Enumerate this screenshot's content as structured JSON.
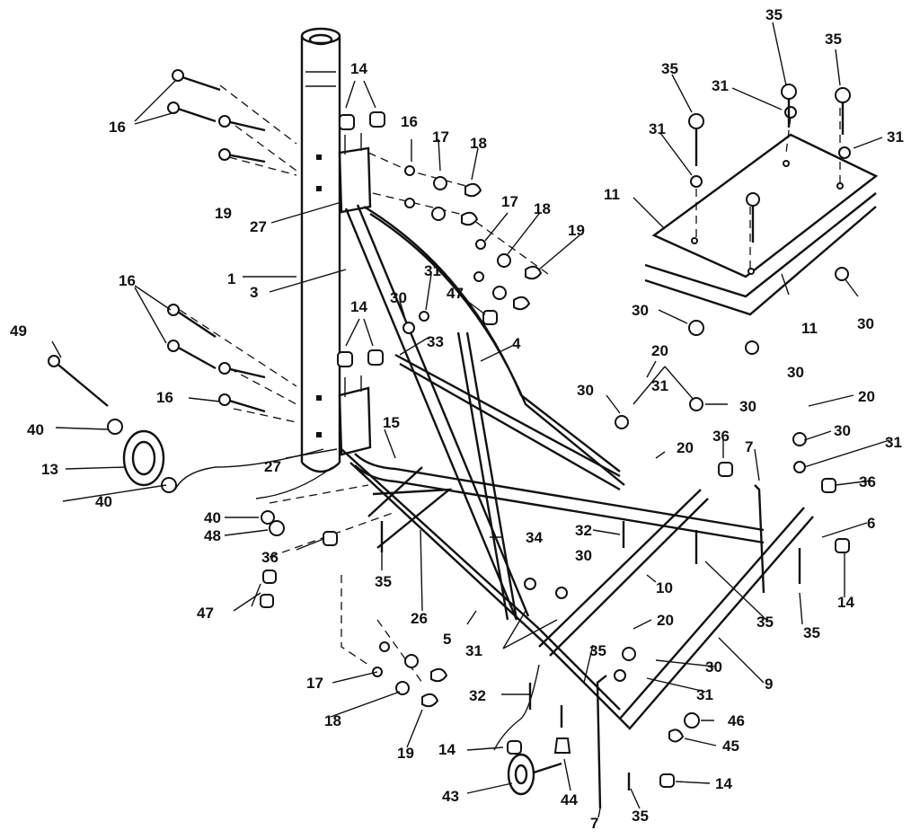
{
  "diagram": {
    "part_numbers": [
      "1",
      "3",
      "4",
      "5",
      "6",
      "7",
      "9",
      "10",
      "11",
      "13",
      "14",
      "15",
      "16",
      "17",
      "18",
      "19",
      "20",
      "26",
      "27",
      "30",
      "31",
      "32",
      "33",
      "34",
      "35",
      "36",
      "40",
      "43",
      "44",
      "45",
      "46",
      "47",
      "48",
      "49"
    ]
  },
  "callouts": [
    {
      "id": "c35a",
      "text": "35"
    },
    {
      "id": "c35b",
      "text": "35"
    },
    {
      "id": "c35c",
      "text": "35"
    },
    {
      "id": "c31a",
      "text": "31"
    },
    {
      "id": "c31b",
      "text": "31"
    },
    {
      "id": "c31c",
      "text": "31"
    },
    {
      "id": "c11a",
      "text": "11"
    },
    {
      "id": "c11b",
      "text": "11"
    },
    {
      "id": "c30a",
      "text": "30"
    },
    {
      "id": "c30b",
      "text": "30"
    },
    {
      "id": "c30c",
      "text": "30"
    },
    {
      "id": "c14a",
      "text": "14"
    },
    {
      "id": "c16a",
      "text": "16"
    },
    {
      "id": "c16b",
      "text": "16"
    },
    {
      "id": "c17a",
      "text": "17"
    },
    {
      "id": "c18a",
      "text": "18"
    },
    {
      "id": "c19a",
      "text": "19"
    },
    {
      "id": "c27a",
      "text": "27"
    },
    {
      "id": "c17b",
      "text": "17"
    },
    {
      "id": "c18b",
      "text": "18"
    },
    {
      "id": "c19b",
      "text": "19"
    },
    {
      "id": "c1",
      "text": "1"
    },
    {
      "id": "c3",
      "text": "3"
    },
    {
      "id": "c31d",
      "text": "31"
    },
    {
      "id": "c30d",
      "text": "30"
    },
    {
      "id": "c47a",
      "text": "47"
    },
    {
      "id": "c16c",
      "text": "16"
    },
    {
      "id": "c14b",
      "text": "14"
    },
    {
      "id": "c33",
      "text": "33"
    },
    {
      "id": "c4",
      "text": "4"
    },
    {
      "id": "c49",
      "text": "49"
    },
    {
      "id": "c16d",
      "text": "16"
    },
    {
      "id": "c20a",
      "text": "20"
    },
    {
      "id": "c30e",
      "text": "30"
    },
    {
      "id": "c31e",
      "text": "31"
    },
    {
      "id": "c30f",
      "text": "30"
    },
    {
      "id": "c20b",
      "text": "20"
    },
    {
      "id": "c30g",
      "text": "30"
    },
    {
      "id": "c40a",
      "text": "40"
    },
    {
      "id": "c15",
      "text": "15"
    },
    {
      "id": "c13",
      "text": "13"
    },
    {
      "id": "c27b",
      "text": "27"
    },
    {
      "id": "c36a",
      "text": "36"
    },
    {
      "id": "c20c",
      "text": "20"
    },
    {
      "id": "c7a",
      "text": "7"
    },
    {
      "id": "c31f",
      "text": "31"
    },
    {
      "id": "c40b",
      "text": "40"
    },
    {
      "id": "c36b",
      "text": "36"
    },
    {
      "id": "c40c",
      "text": "40"
    },
    {
      "id": "c48",
      "text": "48"
    },
    {
      "id": "c6",
      "text": "6"
    },
    {
      "id": "c32a",
      "text": "32"
    },
    {
      "id": "c36c",
      "text": "36"
    },
    {
      "id": "c34",
      "text": "34"
    },
    {
      "id": "c35d",
      "text": "35"
    },
    {
      "id": "c30h",
      "text": "30"
    },
    {
      "id": "c10",
      "text": "10"
    },
    {
      "id": "c14c",
      "text": "14"
    },
    {
      "id": "c47b",
      "text": "47"
    },
    {
      "id": "c26",
      "text": "26"
    },
    {
      "id": "c35e",
      "text": "35"
    },
    {
      "id": "c35f",
      "text": "35"
    },
    {
      "id": "c5",
      "text": "5"
    },
    {
      "id": "c31g",
      "text": "31"
    },
    {
      "id": "c20d",
      "text": "20"
    },
    {
      "id": "c35g",
      "text": "35"
    },
    {
      "id": "c30i",
      "text": "30"
    },
    {
      "id": "c17c",
      "text": "17"
    },
    {
      "id": "c9",
      "text": "9"
    },
    {
      "id": "c32b",
      "text": "32"
    },
    {
      "id": "c31h",
      "text": "31"
    },
    {
      "id": "c18c",
      "text": "18"
    },
    {
      "id": "c46",
      "text": "46"
    },
    {
      "id": "c45",
      "text": "45"
    },
    {
      "id": "c19c",
      "text": "19"
    },
    {
      "id": "c14d",
      "text": "14"
    },
    {
      "id": "c14e",
      "text": "14"
    },
    {
      "id": "c43",
      "text": "43"
    },
    {
      "id": "c44",
      "text": "44"
    },
    {
      "id": "c7b",
      "text": "7"
    },
    {
      "id": "c35h",
      "text": "35"
    }
  ]
}
